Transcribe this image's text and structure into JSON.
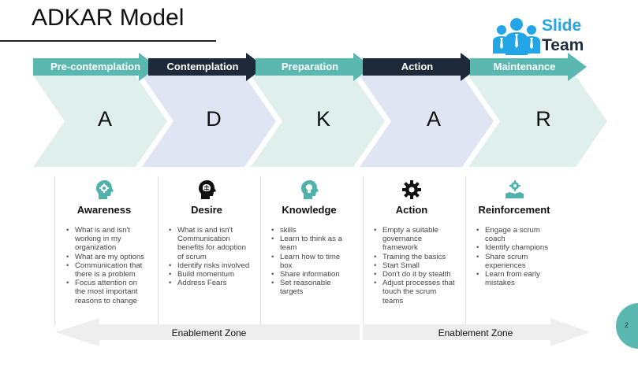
{
  "title": "ADKAR Model",
  "logo": {
    "line1": "Slide",
    "line2": "Team"
  },
  "colors": {
    "teal": "#5bb8b1",
    "navy": "#1e2a3a",
    "mint": "#dff0ec",
    "lavender": "#dfe5f3",
    "zone": "#eeeeee"
  },
  "stages": [
    {
      "label": "Pre-contemplation",
      "letter": "A"
    },
    {
      "label": "Contemplation",
      "letter": "D"
    },
    {
      "label": "Preparation",
      "letter": "K"
    },
    {
      "label": "Action",
      "letter": "A"
    },
    {
      "label": "Maintenance",
      "letter": "R"
    }
  ],
  "columns": [
    {
      "icon": "head-gears-icon",
      "heading": "Awareness",
      "items": [
        "What is and isn't working in my organization",
        "What are my options",
        "Communication that there is a problem",
        "Focus attention on the most important reasons to change"
      ]
    },
    {
      "icon": "head-brain-icon",
      "heading": "Desire",
      "items": [
        "What is and isn't Communication benefits for adoption of scrum",
        "Identify risks involved",
        "Build momentum",
        "Address Fears"
      ]
    },
    {
      "icon": "head-lightbulb-icon",
      "heading": "Knowledge",
      "items": [
        "skills",
        "Learn to think as a team",
        "Learn how to time box",
        "Share information",
        "Set reasonable targets"
      ]
    },
    {
      "icon": "gear-icon",
      "heading": "Action",
      "items": [
        "Empty a suitable governance framework",
        "Training the basics",
        "Start Small",
        "Don't do it by stealth",
        "Adjust processes that touch the scrum teams"
      ]
    },
    {
      "icon": "hand-gear-icon",
      "heading": "Reinforcement",
      "items": [
        "Engage a scrum coach",
        "Identify champions",
        "Share scrum experiences",
        "Learn from early mistakes"
      ]
    }
  ],
  "zones": [
    "Enablement Zone",
    "Enablement Zone"
  ],
  "page_number": "2"
}
